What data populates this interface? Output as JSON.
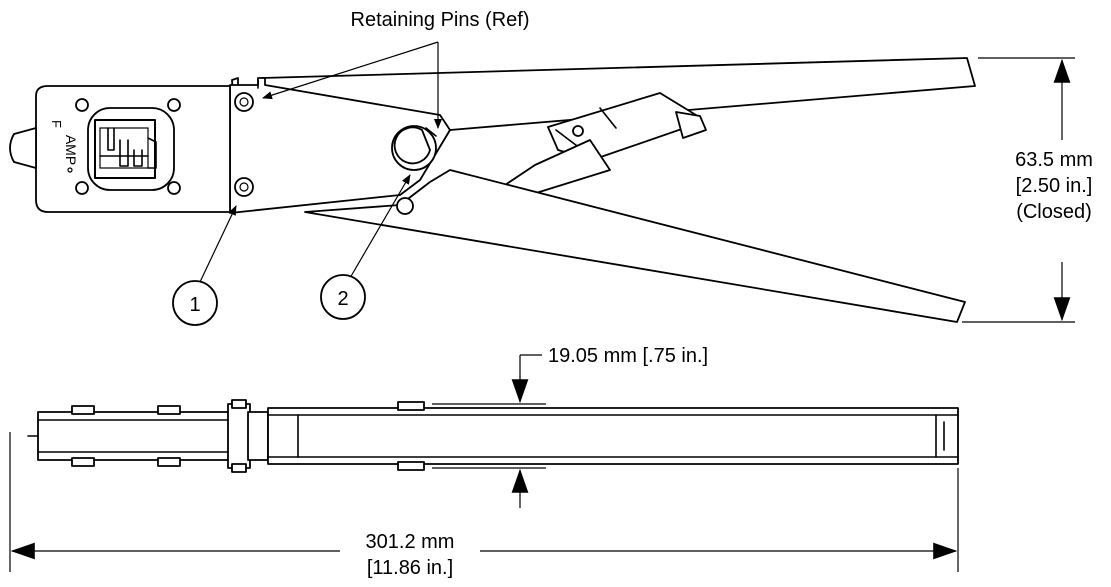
{
  "callout_top": "Retaining Pins (Ref)",
  "height_dim": {
    "line1": "63.5 mm",
    "line2": "[2.50 in.]",
    "line3": "(Closed)"
  },
  "width_dim": "19.05 mm [.75 in.]",
  "length_dim": {
    "line1": "301.2 mm",
    "line2": "[11.86 in.]"
  },
  "callouts": [
    "1",
    "2"
  ],
  "die_marking": {
    "brand": "AMP",
    "letter": "F"
  }
}
